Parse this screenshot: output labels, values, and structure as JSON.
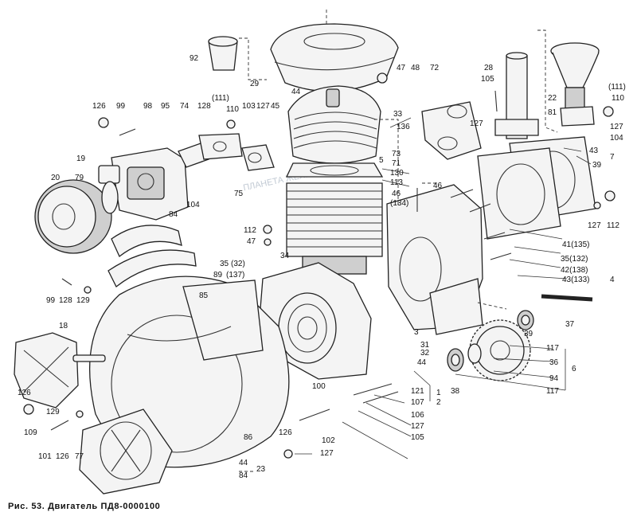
{
  "caption": "Рис. 53. Двигатель ПД8-0000100",
  "watermark": "ПЛАНЕТА ЖЕЛЕЗЯКА",
  "callouts": [
    {
      "id": "c92",
      "text": "92"
    },
    {
      "id": "c29",
      "text": "29"
    },
    {
      "id": "c44a",
      "text": "44"
    },
    {
      "id": "c47a",
      "text": "47"
    },
    {
      "id": "c48",
      "text": "48"
    },
    {
      "id": "c72",
      "text": "72"
    },
    {
      "id": "c28",
      "text": "28"
    },
    {
      "id": "c105a",
      "text": "105"
    },
    {
      "id": "c22",
      "text": "22"
    },
    {
      "id": "c111a",
      "text": "(111)"
    },
    {
      "id": "c110a",
      "text": "110"
    },
    {
      "id": "c81",
      "text": "81"
    },
    {
      "id": "c127a",
      "text": "127"
    },
    {
      "id": "c127b",
      "text": "127"
    },
    {
      "id": "c104a",
      "text": "104"
    },
    {
      "id": "c43a",
      "text": "43"
    },
    {
      "id": "c39a",
      "text": "39"
    },
    {
      "id": "c7",
      "text": "7"
    },
    {
      "id": "c111b",
      "text": "(111)"
    },
    {
      "id": "c110b",
      "text": "110"
    },
    {
      "id": "c126a",
      "text": "126"
    },
    {
      "id": "c99a",
      "text": "99"
    },
    {
      "id": "c98",
      "text": "98"
    },
    {
      "id": "c95",
      "text": "95"
    },
    {
      "id": "c74",
      "text": "74"
    },
    {
      "id": "c128a",
      "text": "128"
    },
    {
      "id": "c103",
      "text": "103"
    },
    {
      "id": "c127c",
      "text": "127"
    },
    {
      "id": "c45",
      "text": "45"
    },
    {
      "id": "c33",
      "text": "33"
    },
    {
      "id": "c136",
      "text": "136"
    },
    {
      "id": "c73",
      "text": "73"
    },
    {
      "id": "c71",
      "text": "71"
    },
    {
      "id": "c5",
      "text": "5"
    },
    {
      "id": "c130",
      "text": "130"
    },
    {
      "id": "c113",
      "text": "113"
    },
    {
      "id": "c46a",
      "text": "46"
    },
    {
      "id": "c134",
      "text": "(134)"
    },
    {
      "id": "c46b",
      "text": "46"
    },
    {
      "id": "c19",
      "text": "19"
    },
    {
      "id": "c20",
      "text": "20"
    },
    {
      "id": "c79",
      "text": "79"
    },
    {
      "id": "c75",
      "text": "75"
    },
    {
      "id": "c104b",
      "text": "104"
    },
    {
      "id": "c84a",
      "text": "84"
    },
    {
      "id": "c112a",
      "text": "112"
    },
    {
      "id": "c47b",
      "text": "47"
    },
    {
      "id": "c127d",
      "text": "127"
    },
    {
      "id": "c112b",
      "text": "112"
    },
    {
      "id": "c41",
      "text": "41(135)"
    },
    {
      "id": "c35a",
      "text": "35(132)"
    },
    {
      "id": "c42",
      "text": "42(138)"
    },
    {
      "id": "c43b",
      "text": "43(133)"
    },
    {
      "id": "c4",
      "text": "4"
    },
    {
      "id": "c35b",
      "text": "35"
    },
    {
      "id": "c32a",
      "text": "(32)"
    },
    {
      "id": "c34",
      "text": "34"
    },
    {
      "id": "c89",
      "text": "89"
    },
    {
      "id": "c137",
      "text": "(137)"
    },
    {
      "id": "c99b",
      "text": "99"
    },
    {
      "id": "c128b",
      "text": "128"
    },
    {
      "id": "c129a",
      "text": "129"
    },
    {
      "id": "c85",
      "text": "85"
    },
    {
      "id": "c37",
      "text": "37"
    },
    {
      "id": "c18",
      "text": "18"
    },
    {
      "id": "c3",
      "text": "3"
    },
    {
      "id": "c39b",
      "text": "39"
    },
    {
      "id": "c31",
      "text": "31"
    },
    {
      "id": "c32b",
      "text": "32"
    },
    {
      "id": "c44b",
      "text": "44"
    },
    {
      "id": "c117a",
      "text": "117"
    },
    {
      "id": "c36",
      "text": "36"
    },
    {
      "id": "c6",
      "text": "6"
    },
    {
      "id": "c94",
      "text": "94"
    },
    {
      "id": "c117b",
      "text": "117"
    },
    {
      "id": "c38",
      "text": "38"
    },
    {
      "id": "c100",
      "text": "100"
    },
    {
      "id": "c121",
      "text": "121"
    },
    {
      "id": "c1",
      "text": "1"
    },
    {
      "id": "c2",
      "text": "2"
    },
    {
      "id": "c107",
      "text": "107"
    },
    {
      "id": "c106",
      "text": "106"
    },
    {
      "id": "c127e",
      "text": "127"
    },
    {
      "id": "c126b",
      "text": "126"
    },
    {
      "id": "c129b",
      "text": "129"
    },
    {
      "id": "c109",
      "text": "109"
    },
    {
      "id": "c101",
      "text": "101"
    },
    {
      "id": "c126c",
      "text": "126"
    },
    {
      "id": "c77",
      "text": "77"
    },
    {
      "id": "c86",
      "text": "86"
    },
    {
      "id": "c126d",
      "text": "126"
    },
    {
      "id": "c102",
      "text": "102"
    },
    {
      "id": "c127f",
      "text": "127"
    },
    {
      "id": "c105b",
      "text": "105"
    },
    {
      "id": "c44c",
      "text": "44"
    },
    {
      "id": "c23",
      "text": "23"
    },
    {
      "id": "c84b",
      "text": "84"
    }
  ]
}
